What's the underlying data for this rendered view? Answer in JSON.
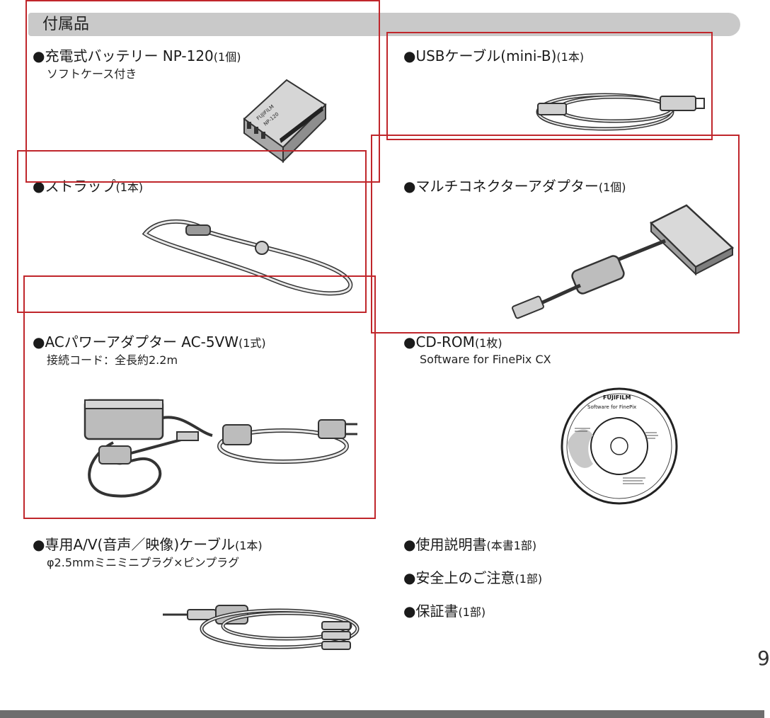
{
  "section": {
    "title": "付属品"
  },
  "items": {
    "battery": {
      "title": "●充電式バッテリー NP-120",
      "qty": "(1個)",
      "sub": "ソフトケース付き",
      "label_brand": "FUJIFILM",
      "label_model": "NP-120"
    },
    "usb": {
      "title": "●USBケーブル(mini-B)",
      "qty": "(1本)"
    },
    "strap": {
      "title": "●ストラップ",
      "qty": "(1本)"
    },
    "multi": {
      "title": "●マルチコネクターアダプター",
      "qty": "(1個)"
    },
    "ac": {
      "title": "●ACパワーアダプター AC-5VW",
      "qty": "(1式)",
      "sub": "接続コード：全長約2.2m"
    },
    "cdrom": {
      "title": "●CD-ROM",
      "qty": "(1枚)",
      "sub": "Software for FinePix CX",
      "disc_brand": "FUJIFILM",
      "disc_label": "Software for FinePix"
    },
    "av": {
      "title": "●専用A/V(音声／映像)ケーブル",
      "qty": "(1本)",
      "sub": "φ2.5mmミニミニプラグ×ピンプラグ"
    },
    "manual": {
      "title": "●使用説明書",
      "qty": "(本書1部)"
    },
    "safety": {
      "title": "●安全上のご注意",
      "qty": "(1部)"
    },
    "warranty": {
      "title": "●保証書",
      "qty": "(1部)"
    }
  },
  "page": {
    "number": "9"
  },
  "colors": {
    "highlight": "#c0262b",
    "header_bar": "#c9c9c9",
    "footer_bar": "#6e6e6e"
  }
}
